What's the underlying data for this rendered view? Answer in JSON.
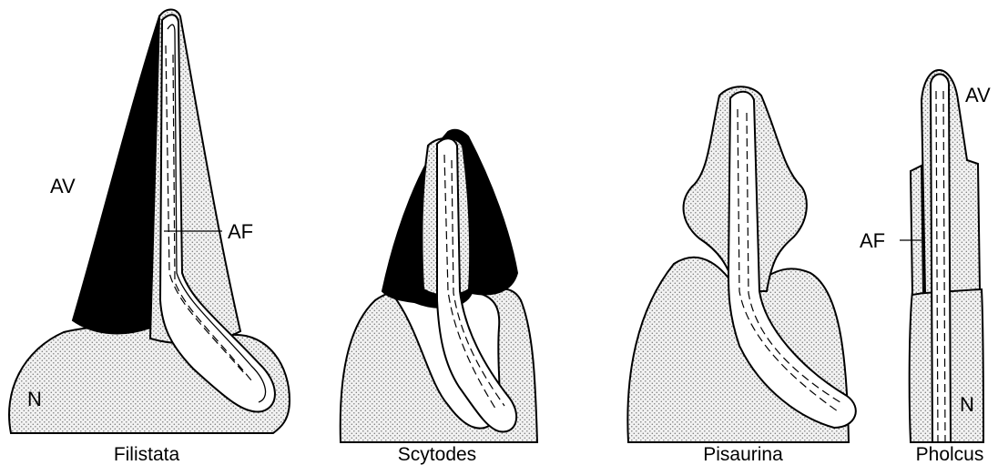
{
  "figure": {
    "panels": [
      {
        "caption": "Filistata",
        "labels": {
          "av": "AV",
          "af": "AF",
          "n": "N"
        }
      },
      {
        "caption": "Scytodes"
      },
      {
        "caption": "Pisaurina"
      },
      {
        "caption": "Pholcus",
        "labels": {
          "av": "AV",
          "af": "AF",
          "n": "N"
        }
      }
    ]
  }
}
